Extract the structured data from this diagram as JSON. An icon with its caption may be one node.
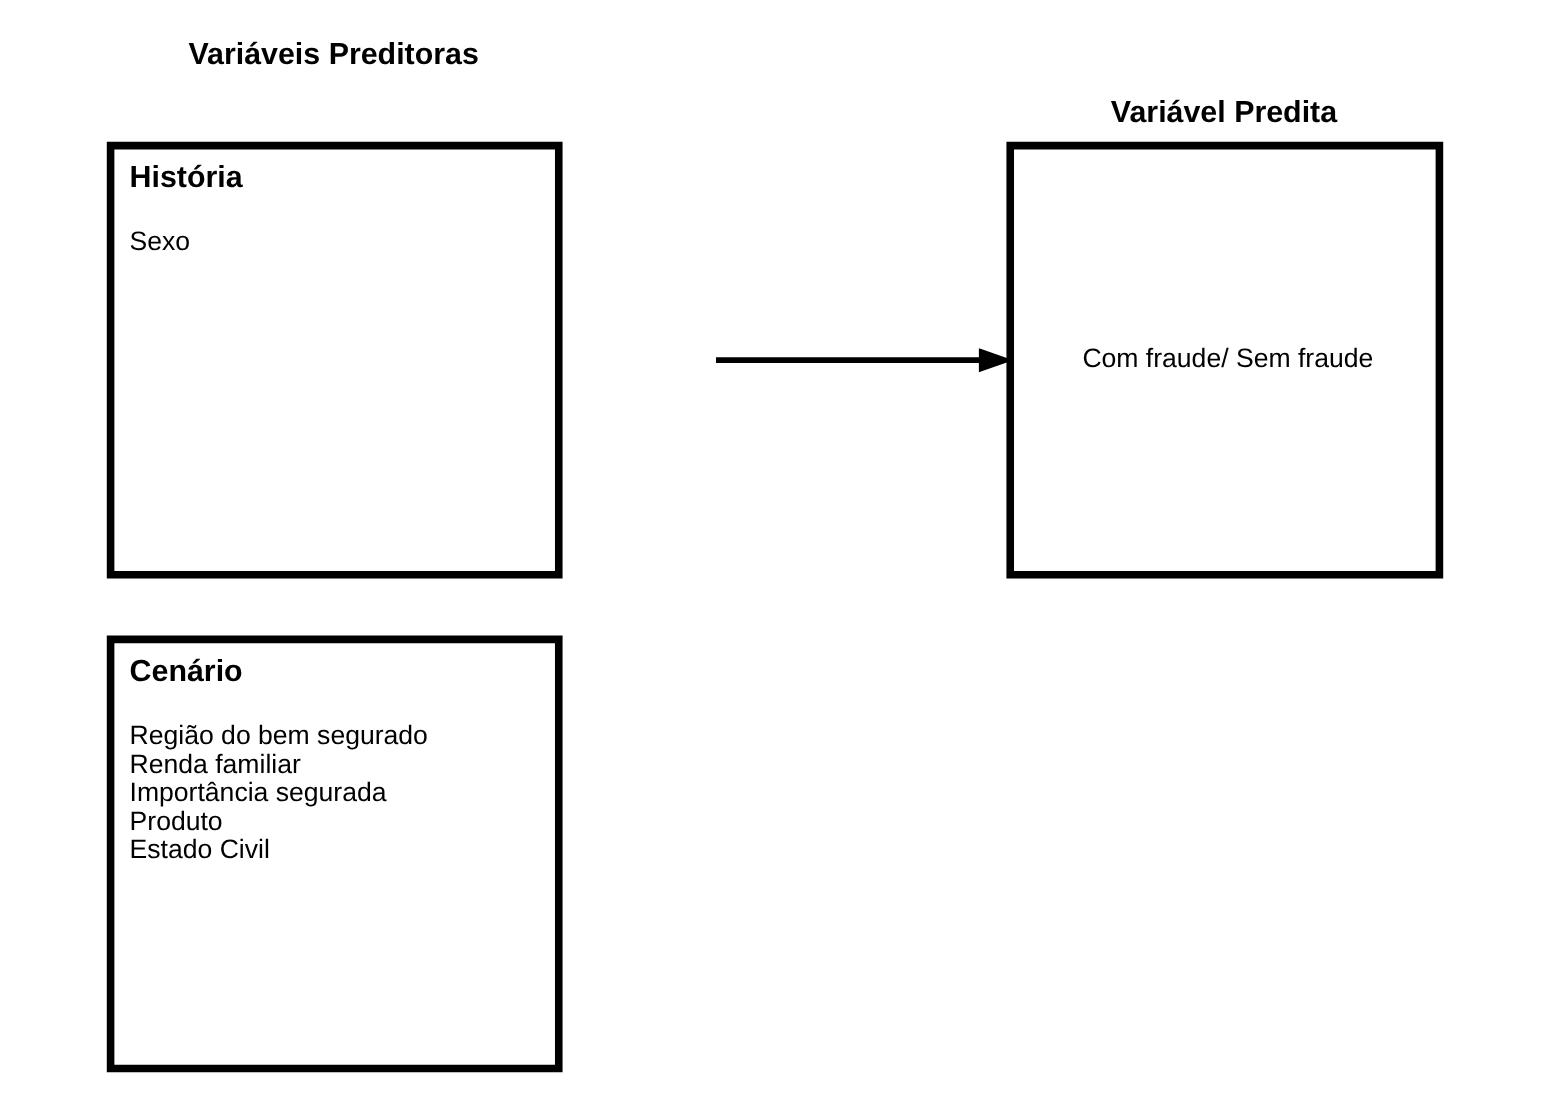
{
  "diagram": {
    "nodes": [
      {
        "text": [
          "História",
          "Sexo"
        ]
      },
      {
        "text": [
          "Cenário",
          "Região do bem segurado",
          "Renda familiar",
          "Importância segurada",
          "Produto",
          "Estado Civil"
        ]
      },
      {
        "text": [
          "Variável Predita",
          "Com fraude/ Sem fraude"
        ]
      }
    ],
    "edges": [
      {
        "from": null,
        "to": 2,
        "arrow": "to"
      }
    ],
    "labels": [
      "Variáveis Preditoras"
    ]
  }
}
